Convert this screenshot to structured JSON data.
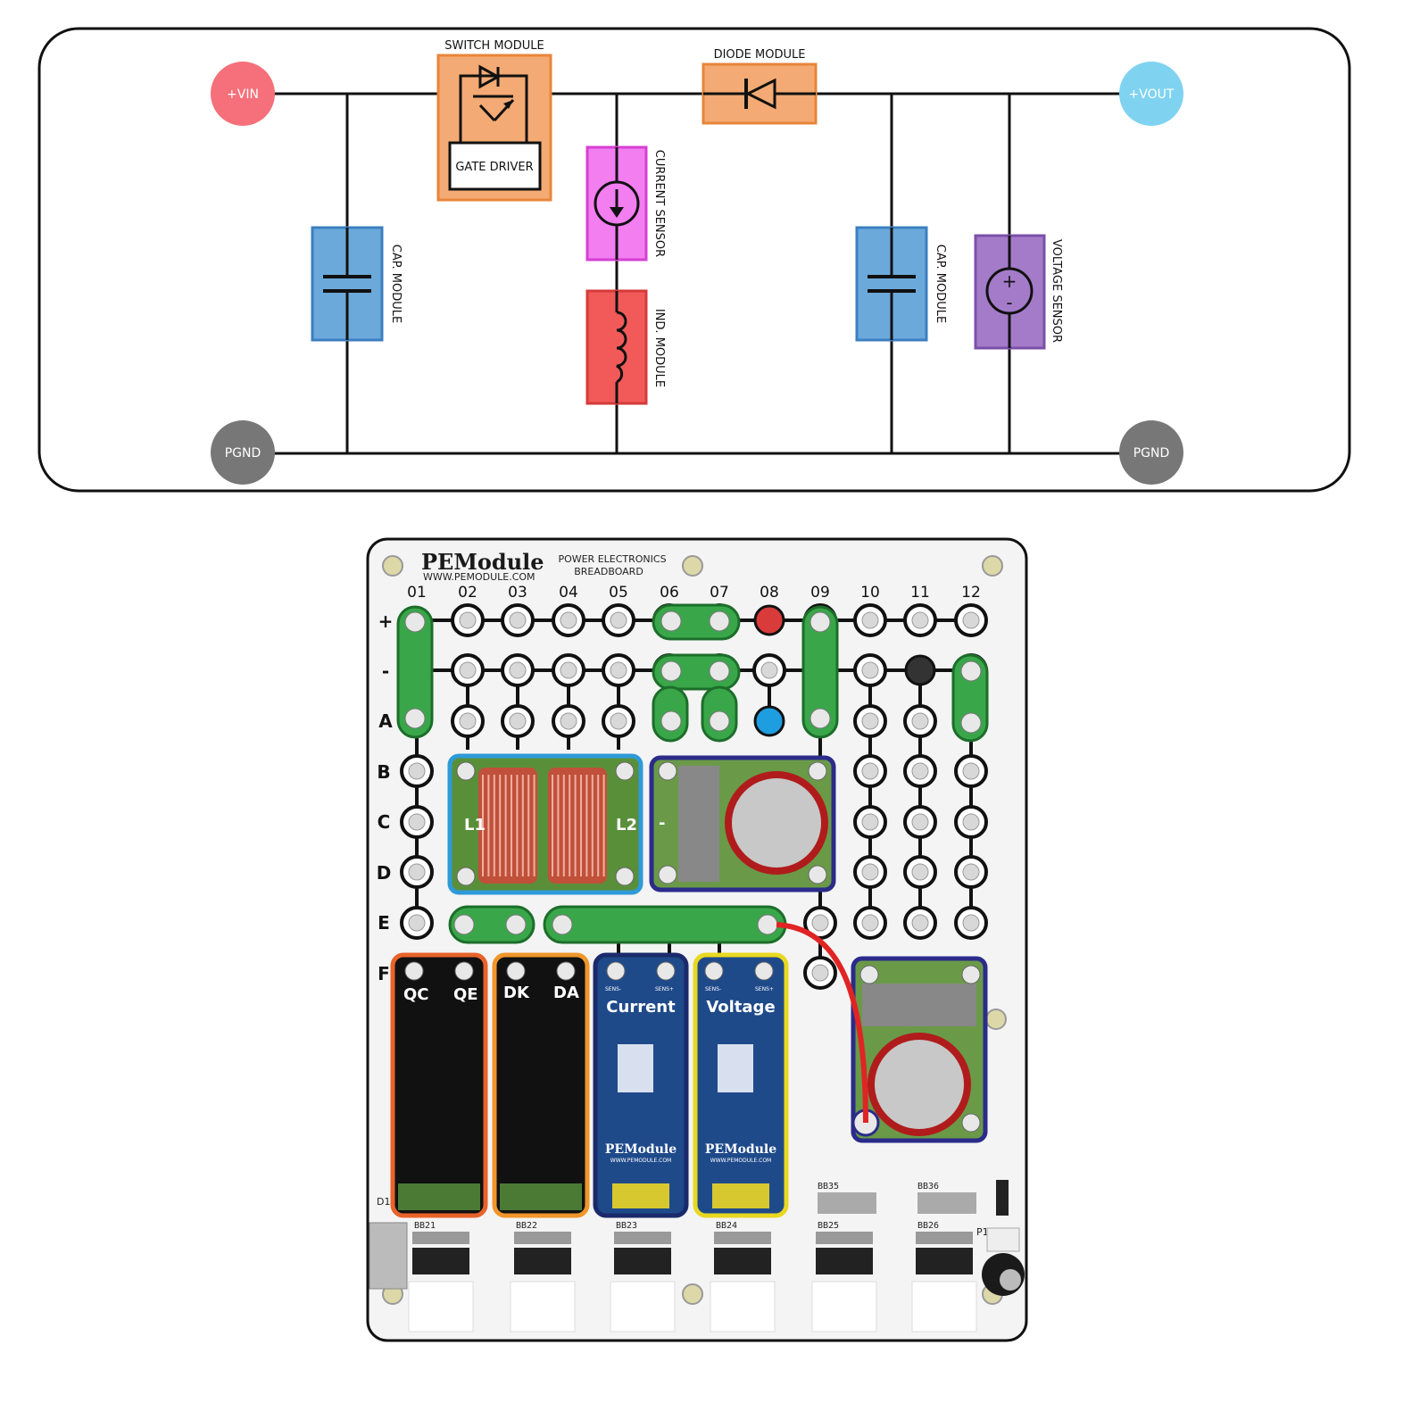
{
  "schematic": {
    "terminals": {
      "vin": "+VIN",
      "vout": "+VOUT",
      "pgnd_left": "PGND",
      "pgnd_right": "PGND"
    },
    "modules": {
      "switch": "SWITCH MODULE",
      "gate_driver": "GATE DRIVER",
      "diode": "DIODE MODULE",
      "current_sensor": "CURRENT SENSOR",
      "inductor": "IND. MODULE",
      "cap_left": "CAP. MODULE",
      "cap_right": "CAP. MODULE",
      "voltage_sensor": "VOLTAGE SENSOR"
    },
    "colors": {
      "vin": "#f5707a",
      "vout": "#7fd3f0",
      "pgnd": "#777777",
      "switch": "#f4aa74",
      "diode": "#f4aa74",
      "current_sensor": "#f27ef0",
      "inductor": "#f25a5a",
      "cap": "#6ba9db",
      "voltage_sensor": "#a47bc9"
    }
  },
  "board": {
    "brand": "PEModule",
    "url": "WWW.PEMODULE.COM",
    "subtitle_line1": "POWER ELECTRONICS",
    "subtitle_line2": "BREADBOARD",
    "columns": [
      "01",
      "02",
      "03",
      "04",
      "05",
      "06",
      "07",
      "08",
      "09",
      "10",
      "11",
      "12"
    ],
    "rows": [
      "+",
      "-",
      "A",
      "B",
      "C",
      "D",
      "E",
      "F"
    ],
    "inductor_labels": {
      "l1": "L1",
      "l2": "L2"
    },
    "cap_label": "-",
    "switch_labels": {
      "qc": "QC",
      "qe": "QE"
    },
    "diode_labels": {
      "dk": "DK",
      "da": "DA"
    },
    "current_sensor": {
      "title": "Current",
      "sens_minus": "SENS-",
      "sens_plus": "SENS+",
      "brand": "PEModule",
      "url": "WWW.PEMODULE.COM"
    },
    "voltage_sensor": {
      "title": "Voltage",
      "sens_minus": "SENS-",
      "sens_plus": "SENS+",
      "brand": "PEModule",
      "url": "WWW.PEMODULE.COM"
    },
    "headers": {
      "bb21": "BB21",
      "bb22": "BB22",
      "bb23": "BB23",
      "bb24": "BB24",
      "bb25": "BB25",
      "bb26": "BB26",
      "bb35": "BB35",
      "bb36": "BB36"
    },
    "misc": {
      "d1": "D1",
      "p1": "P1"
    }
  }
}
